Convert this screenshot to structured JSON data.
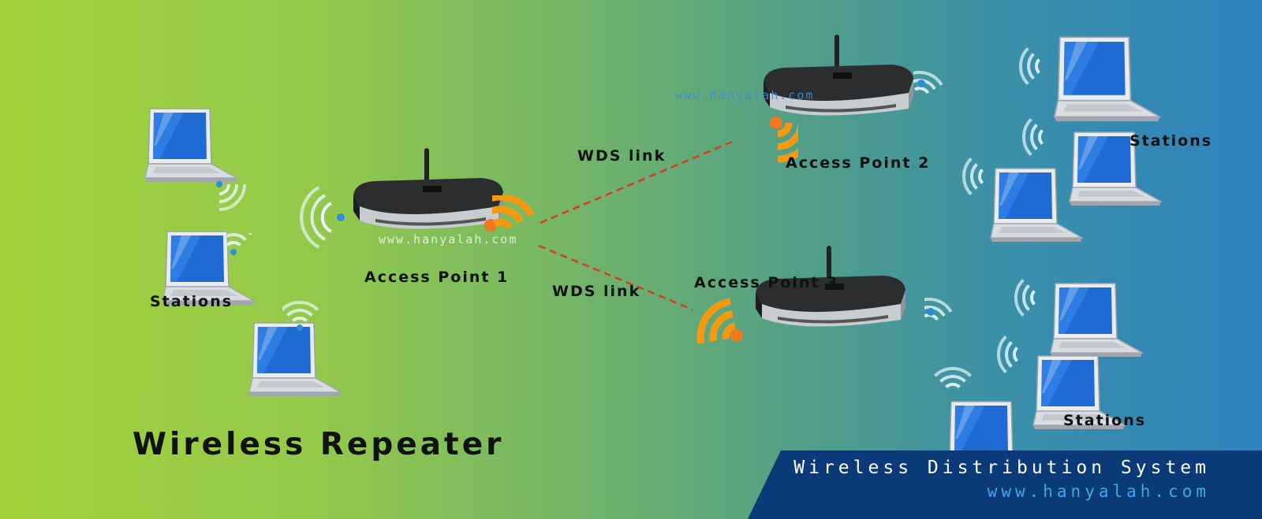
{
  "diagram": {
    "main_title": "Wireless Repeater",
    "access_points": [
      {
        "label": "Access Point 1"
      },
      {
        "label": "Access Point 2"
      },
      {
        "label": "Access Point 3"
      }
    ],
    "links": [
      {
        "label": "WDS link"
      },
      {
        "label": "WDS link"
      }
    ],
    "station_groups": [
      {
        "label": "Stations"
      },
      {
        "label": "Stations"
      },
      {
        "label": "Stations"
      }
    ],
    "watermark": "www.hanyalah.com"
  },
  "footer": {
    "title": "Wireless Distribution System",
    "url": "www.hanyalah.com",
    "accent_color": "#0b3a78",
    "url_color": "#48a4e8"
  },
  "colors": {
    "gradient_start": "#a4d23c",
    "gradient_end": "#2f83bf",
    "signal_orange": "#f39a12",
    "signal_light": "#e8f6fb",
    "link_red": "#d83a22"
  }
}
